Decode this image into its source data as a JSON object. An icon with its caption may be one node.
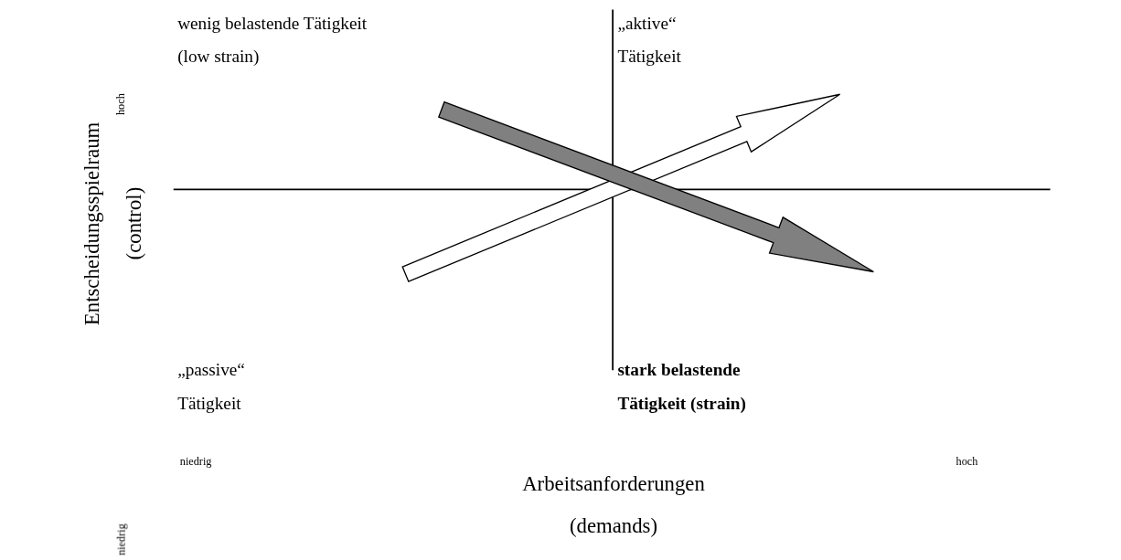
{
  "diagram": {
    "labels": [
      "wenig belastende Tätigkeit (low strain)",
      "„aktive“ Tätigkeit",
      "hoch",
      "Entscheidungsspielraum (control)",
      "„passive“ Tätigkeit",
      "stark belastende Tätigkeit (strain)",
      "niedrig",
      "niedrig",
      "Arbeitsanforderungen (demands)",
      "hoch"
    ]
  }
}
